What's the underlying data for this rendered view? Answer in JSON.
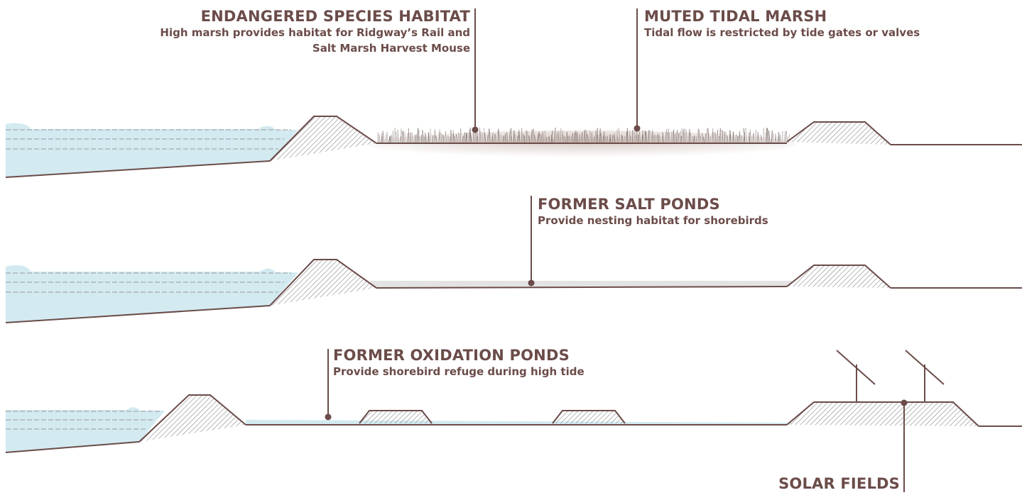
{
  "colors": {
    "ink": "#6b4c49",
    "water": "#d3eaf1",
    "hatch": "#8a8a8a",
    "pond_fill": "#e3e3e3",
    "marsh_soil": "#b49a90"
  },
  "icons": [
    "wave-icon",
    "levee-hatch",
    "marsh-grass",
    "solar-panel-icon"
  ],
  "labels": {
    "habitat": {
      "title": "ENDANGERED SPECIES HABITAT",
      "desc_line1": "High marsh provides habitat for Ridgway’s Rail and",
      "desc_line2": "Salt Marsh Harvest Mouse"
    },
    "muted": {
      "title": "MUTED TIDAL MARSH",
      "desc": "Tidal flow is restricted by tide gates or valves"
    },
    "salt": {
      "title": "FORMER SALT PONDS",
      "desc": "Provide nesting habitat for shorebirds"
    },
    "oxidation": {
      "title": "FORMER OXIDATION PONDS",
      "desc": "Provide shorebird refuge during high tide"
    },
    "solar": {
      "title": "SOLAR FIELDS"
    }
  }
}
